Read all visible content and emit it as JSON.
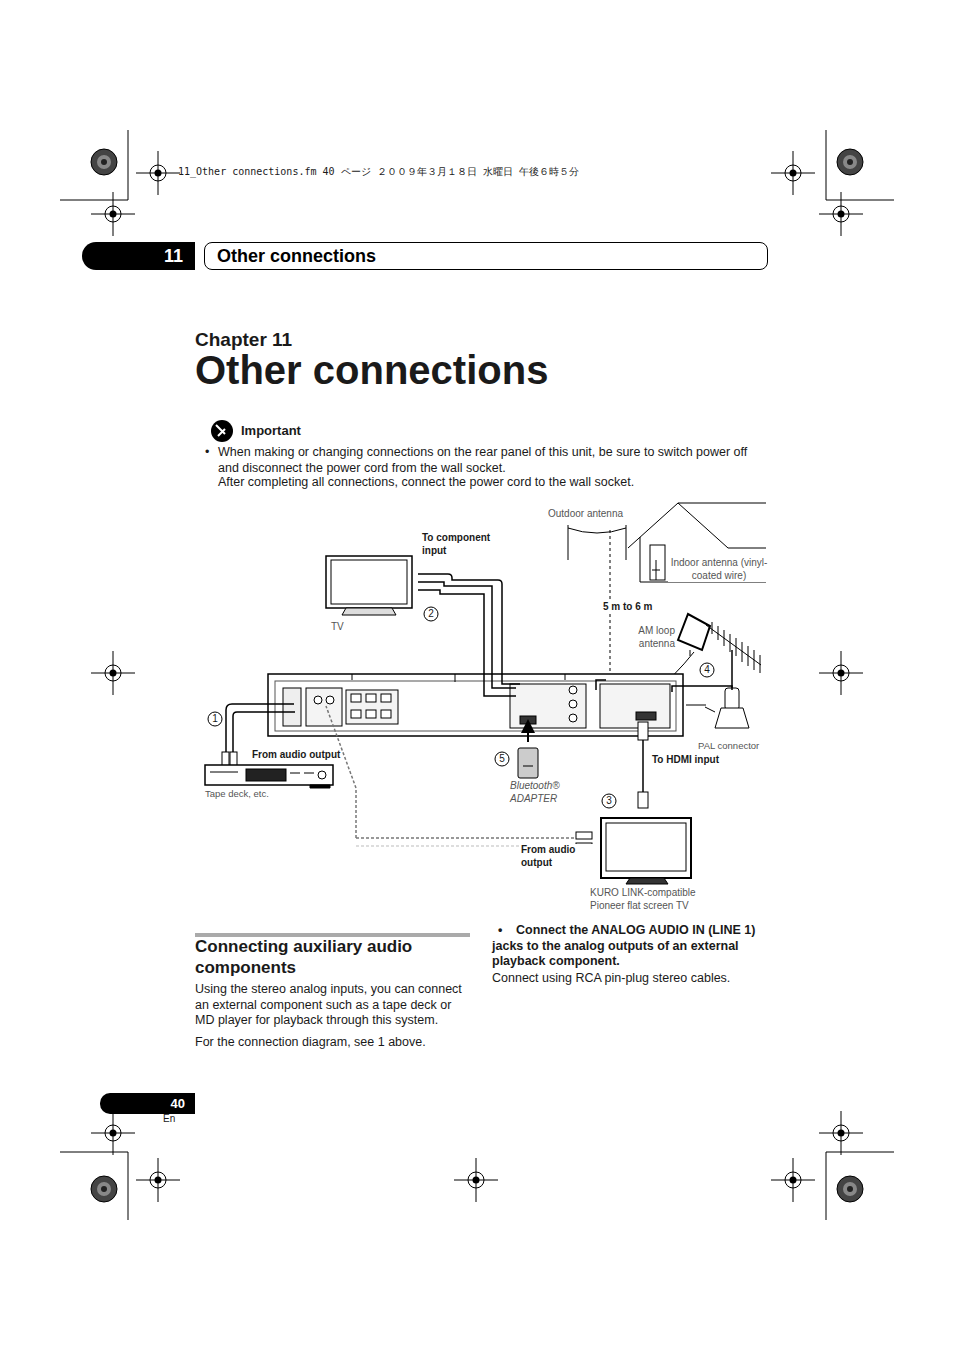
{
  "diagram": {
    "title": "Other connections",
    "nodes": [
      {
        "text": [
          "11"
        ]
      },
      {
        "text": [
          "Other connections"
        ]
      },
      {
        "text": [
          "40"
        ]
      }
    ],
    "labels": [
      "11_Other connections.fm  40 ページ  ２００９年３月１８日  水曜日  午後６時５分",
      "Chapter 11",
      "Important",
      "•",
      "When making or changing connections on the rear panel of this unit, be sure to switch power off and disconnect the power cord from the wall socket.",
      "After completing all connections, connect the power cord to the wall socket.",
      "To component input",
      "Outdoor antenna",
      "Indoor antenna (vinyl-coated wire)",
      "5 m to 6 m",
      "TV",
      "AM loop antenna",
      "1",
      "2",
      "4",
      "From audio output",
      "Tape deck, etc.",
      "5",
      "PAL connector",
      "To HDMI input",
      "Bluetooth® ADAPTER",
      "3",
      "From audio output",
      "KURO LINK-compatible Pioneer flat screen TV",
      "Connecting auxiliary audio components",
      "Using the stereo analog inputs, you can connect an external component such as a tape deck or MD player for playback through this system.",
      "For the connection diagram, see 1 above.",
      "•",
      "Connect the ANALOG AUDIO IN (LINE 1) jacks to the analog outputs of an external playback component.",
      "Connect using RCA pin-plug stereo cables.",
      "En"
    ]
  }
}
